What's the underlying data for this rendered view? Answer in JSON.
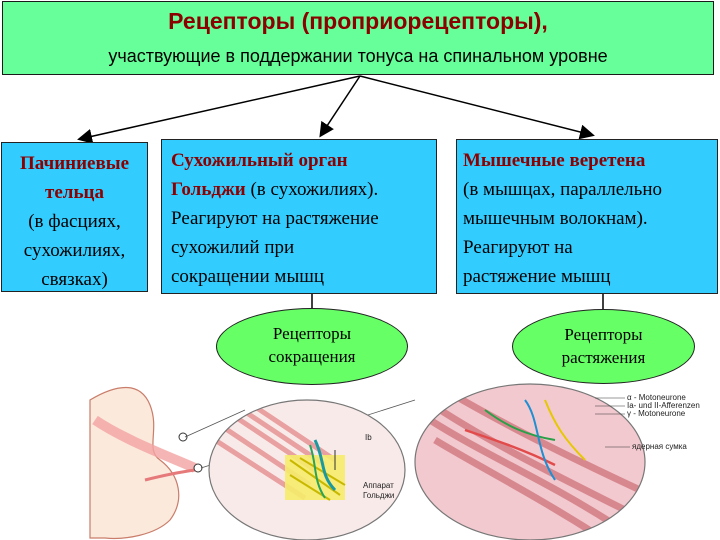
{
  "title": {
    "main": "Рецепторы (проприорецепторы),",
    "subtitle": "участвующие в поддержании тонуса на спинальном уровне"
  },
  "boxes": {
    "left": {
      "line1": "Пачиниевые",
      "line2": "тельца",
      "line3": "(в фасциях,",
      "line4": "сухожилиях,",
      "line5": "связках)"
    },
    "middle": {
      "line1": "Сухожильный орган",
      "line2_bold": "Гольджи",
      "line2_rest": " (в сухожилиях).",
      "line3": "Реагируют на растяжение",
      "line4": "сухожилий при",
      "line5": "сокращении мышц"
    },
    "right": {
      "line1": "Мышечные веретена",
      "line2": "(в мышцах, параллельно",
      "line3": "мышечным волокнам).",
      "line4": "Реагируют на",
      "line5": "растяжение мышц"
    }
  },
  "ellipses": {
    "contraction": {
      "line1": "Рецепторы",
      "line2": "сокращения"
    },
    "stretch": {
      "line1": "Рецепторы",
      "line2": "растяжения"
    }
  },
  "illustration": {
    "label_ib": "Ib",
    "label_apparatus_1": "Аппарат",
    "label_apparatus_2": "Гольджи",
    "label_alpha": "α - Motoneurone",
    "label_afferents": "Ia- und II-Afferenzen",
    "label_gamma": "γ - Motoneurone",
    "label_nuclear": "ядерная сумка"
  },
  "colors": {
    "title_bg": "#66ff99",
    "title_text": "#8b0000",
    "box_bg": "#33ccff",
    "ellipse_bg": "#66ff66"
  }
}
